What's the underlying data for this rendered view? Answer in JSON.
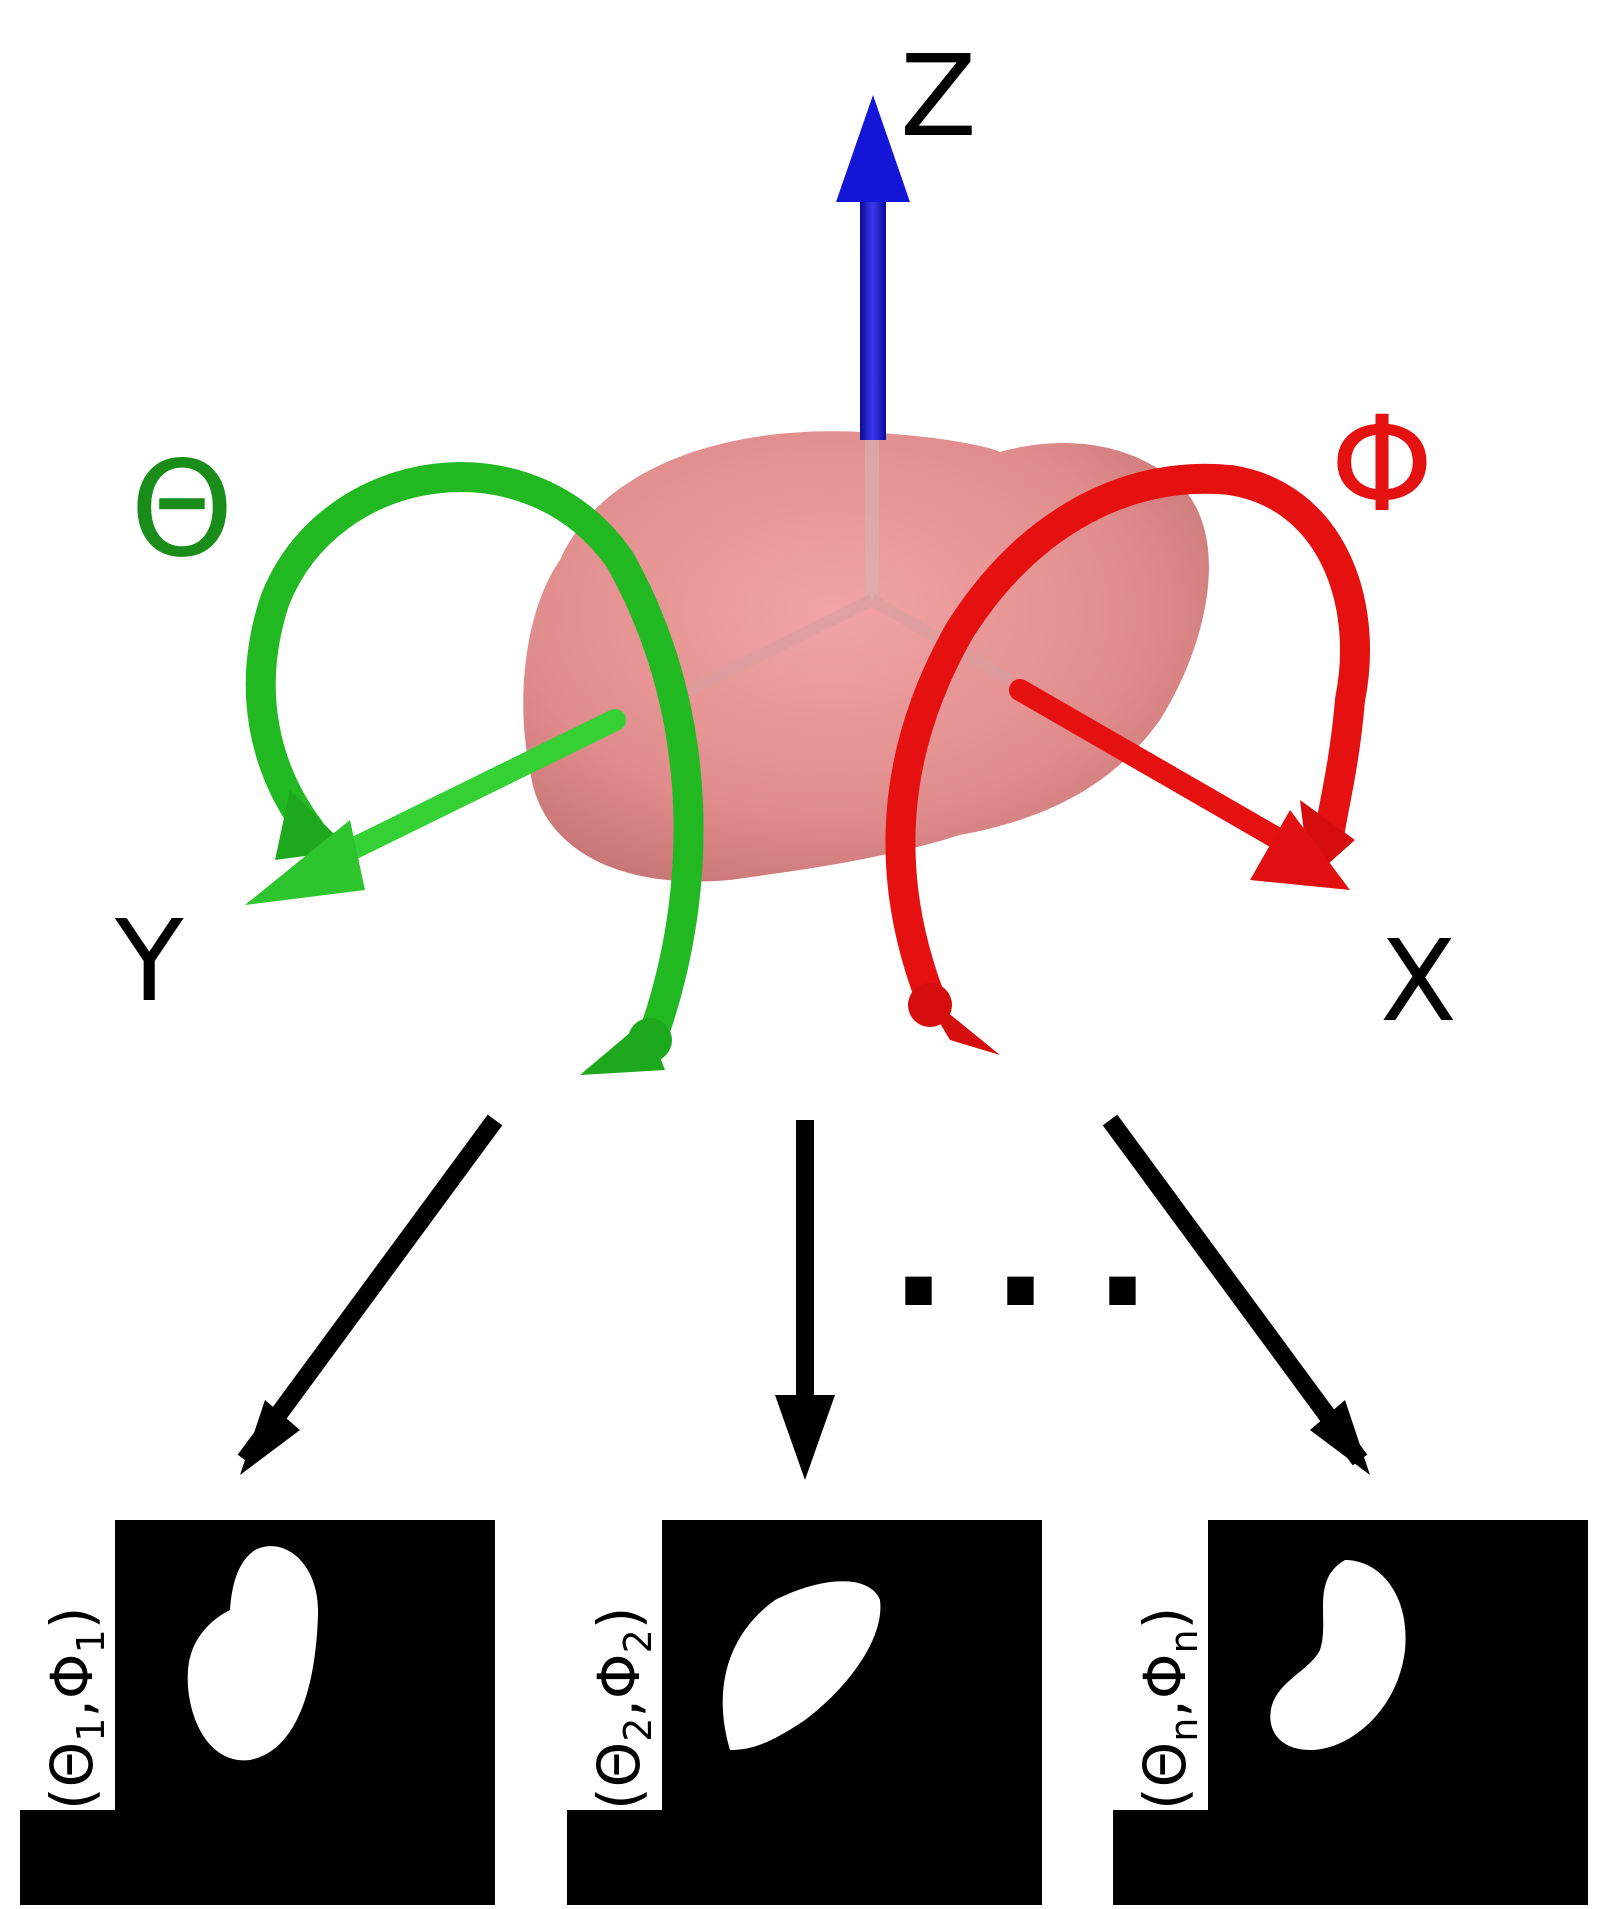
{
  "axes": {
    "z": {
      "label": "Z",
      "color": "#1010d0"
    },
    "y": {
      "label": "Y",
      "color": "#22c022"
    },
    "x": {
      "label": "X",
      "color": "#e01010"
    }
  },
  "rotations": {
    "theta": {
      "label": "Θ",
      "color": "#1a8c1a"
    },
    "phi": {
      "label": "Φ",
      "color": "#e51010"
    }
  },
  "object_color": "#e68a8a",
  "ellipsis": "...",
  "projections": [
    {
      "theta": "Θ",
      "theta_sub": "1",
      "sep": ",",
      "phi": "Φ",
      "phi_sub": "1"
    },
    {
      "theta": "Θ",
      "theta_sub": "2",
      "sep": ",",
      "phi": "Φ",
      "phi_sub": "2"
    },
    {
      "theta": "Θ",
      "theta_sub": "n",
      "sep": ",",
      "phi": "Φ",
      "phi_sub": "n"
    }
  ]
}
